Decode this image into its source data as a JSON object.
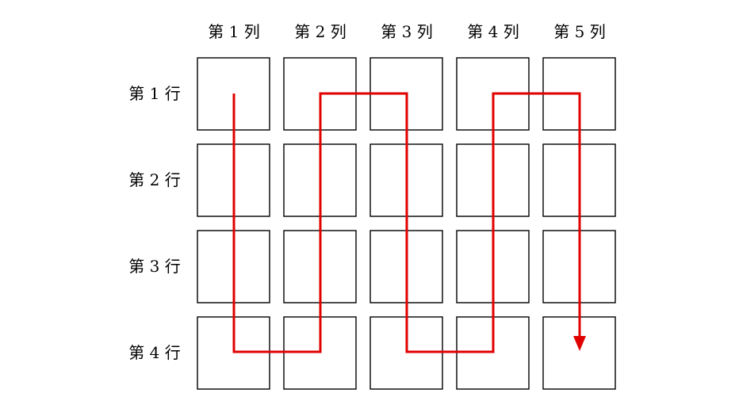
{
  "diagram": {
    "column_labels": [
      "第 1 列",
      "第 2 列",
      "第 3 列",
      "第 4 列",
      "第 5 列"
    ],
    "row_labels": [
      "第 1 行",
      "第 2 行",
      "第 3 行",
      "第 4 行"
    ],
    "traversal": "column-wise snake (down column 1, up column 2, down column 3, up column 4, down column 5)",
    "colors": {
      "cell_border": "#000000",
      "path": "#e00000",
      "background": "#ffffff"
    }
  }
}
